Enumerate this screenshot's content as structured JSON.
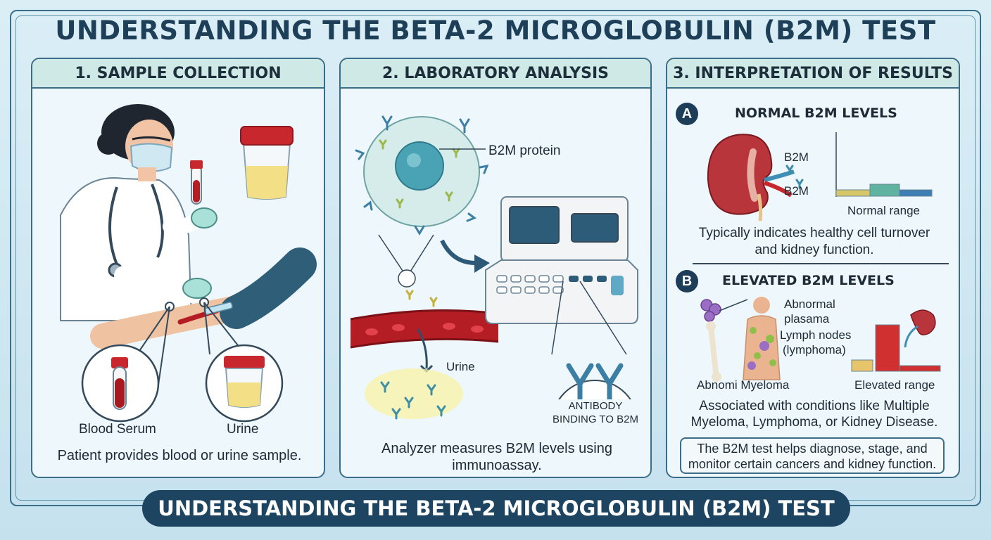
{
  "title": "UNDERSTANDING THE BETA-2 MICROGLOBULIN (B2M) TEST",
  "panels": {
    "collection": {
      "header": "1. SAMPLE COLLECTION",
      "blood_label": "Blood Serum",
      "urine_label": "Urine",
      "caption": "Patient provides blood or urine sample."
    },
    "analysis": {
      "header": "2. LABORATORY ANALYSIS",
      "protein_label": "B2M protein",
      "urine_label": "Urine",
      "antibody_label_line1": "ANTIBODY",
      "antibody_label_line2": "BINDING TO B2M",
      "caption_line1": "Analyzer measures B2M levels using",
      "caption_line2": "immunoassay."
    },
    "interpretation": {
      "header": "3. INTERPRETATION OF RESULTS",
      "a": {
        "badge": "A",
        "title": "NORMAL B2M LEVELS",
        "b2m_label_1": "B2M",
        "b2m_label_2": "B2M",
        "range_label": "Normal range",
        "caption_line1": "Typically indicates healthy cell turnover",
        "caption_line2": "and kidney function."
      },
      "b": {
        "badge": "B",
        "title": "ELEVATED B2M LEVELS",
        "label_abnormal": "Abnormal",
        "label_plasama": "plasama",
        "label_lymph": "Lymph nodes",
        "label_lymphoma": "(lymphoma)",
        "label_myeloma": "Abnomi Myeloma",
        "range_label": "Elevated range",
        "caption_line1": "Associated with conditions like Multiple",
        "caption_line2": "Myeloma, Lymphoma, or Kidney Disease."
      },
      "note_line1": "The B2M test helps diagnose, stage, and",
      "note_line2": "monitor certain cancers and kidney function."
    }
  },
  "banner": "UNDERSTANDING THE BETA-2 MICROGLOBULIN (B2M) TEST"
}
